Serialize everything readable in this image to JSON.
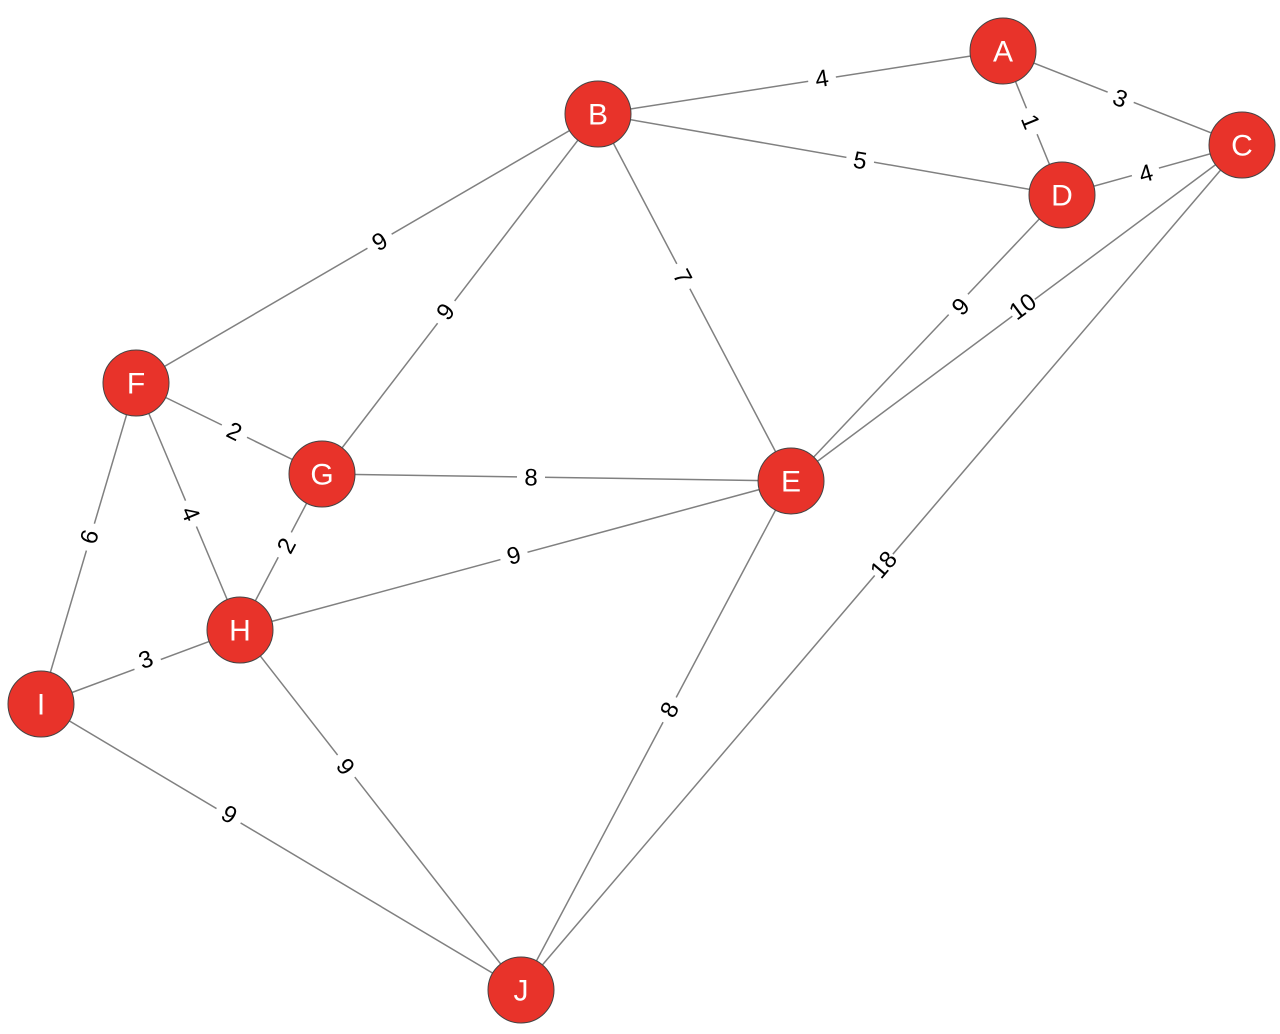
{
  "graph": {
    "node_color": "#e8332a",
    "edge_color": "#808080",
    "label_color": "#000000",
    "node_text_color": "#ffffff",
    "nodes": [
      "A",
      "B",
      "C",
      "D",
      "E",
      "F",
      "G",
      "H",
      "I",
      "J"
    ],
    "edges": [
      {
        "from": "A",
        "to": "B",
        "weight": "4"
      },
      {
        "from": "A",
        "to": "C",
        "weight": "3"
      },
      {
        "from": "A",
        "to": "D",
        "weight": "1"
      },
      {
        "from": "B",
        "to": "D",
        "weight": "5"
      },
      {
        "from": "D",
        "to": "C",
        "weight": "4"
      },
      {
        "from": "B",
        "to": "F",
        "weight": "9"
      },
      {
        "from": "B",
        "to": "G",
        "weight": "9"
      },
      {
        "from": "B",
        "to": "E",
        "weight": "7"
      },
      {
        "from": "D",
        "to": "E",
        "weight": "9"
      },
      {
        "from": "C",
        "to": "E",
        "weight": "10"
      },
      {
        "from": "C",
        "to": "J",
        "weight": "18"
      },
      {
        "from": "F",
        "to": "G",
        "weight": "2"
      },
      {
        "from": "F",
        "to": "H",
        "weight": "4"
      },
      {
        "from": "F",
        "to": "I",
        "weight": "6"
      },
      {
        "from": "G",
        "to": "E",
        "weight": "8"
      },
      {
        "from": "G",
        "to": "H",
        "weight": "2"
      },
      {
        "from": "H",
        "to": "E",
        "weight": "9"
      },
      {
        "from": "H",
        "to": "I",
        "weight": "3"
      },
      {
        "from": "H",
        "to": "J",
        "weight": "9"
      },
      {
        "from": "I",
        "to": "J",
        "weight": "9"
      },
      {
        "from": "E",
        "to": "J",
        "weight": "8"
      }
    ]
  }
}
